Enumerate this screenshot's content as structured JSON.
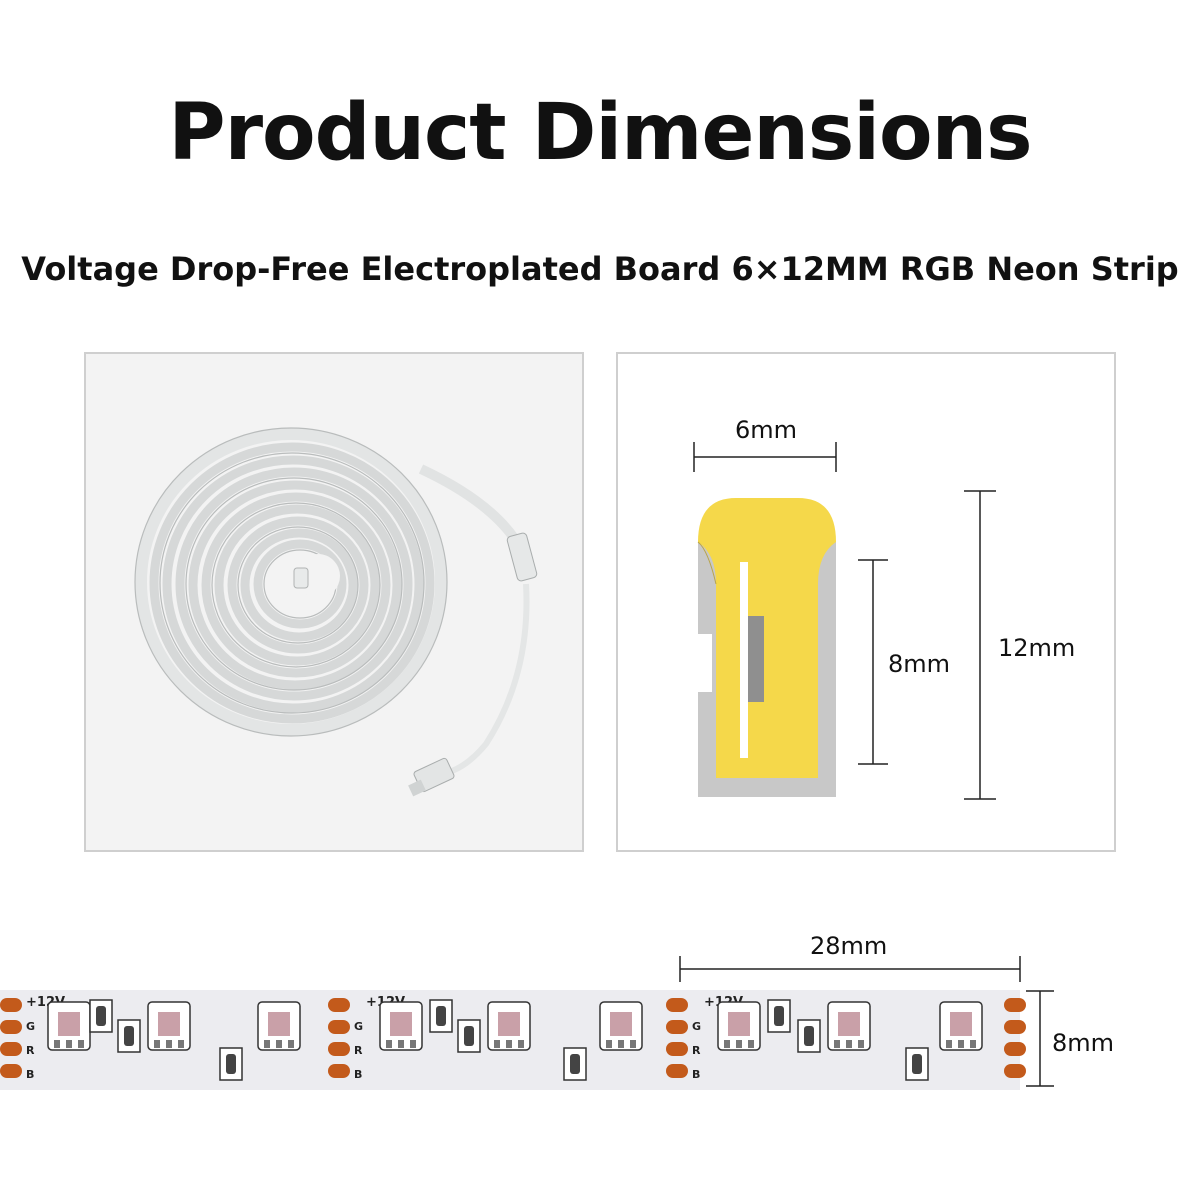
{
  "page": {
    "title": "Product Dimensions",
    "subtitle": "Voltage Drop-Free Electroplated Board 6×12MM RGB Neon Strip"
  },
  "cross_section": {
    "width_label": "6mm",
    "inner_height_label": "8mm",
    "total_height_label": "12mm",
    "colors": {
      "core": "#f5d84a",
      "housing": "#c8c8c8"
    }
  },
  "strip": {
    "length_label": "28mm",
    "width_label": "8mm",
    "voltage_label": "+12V",
    "channel_labels": [
      "G",
      "R",
      "B"
    ],
    "colors": {
      "pcb": "#eeeef2",
      "pad": "#c35a1b",
      "led": "#c9a0a8"
    }
  }
}
